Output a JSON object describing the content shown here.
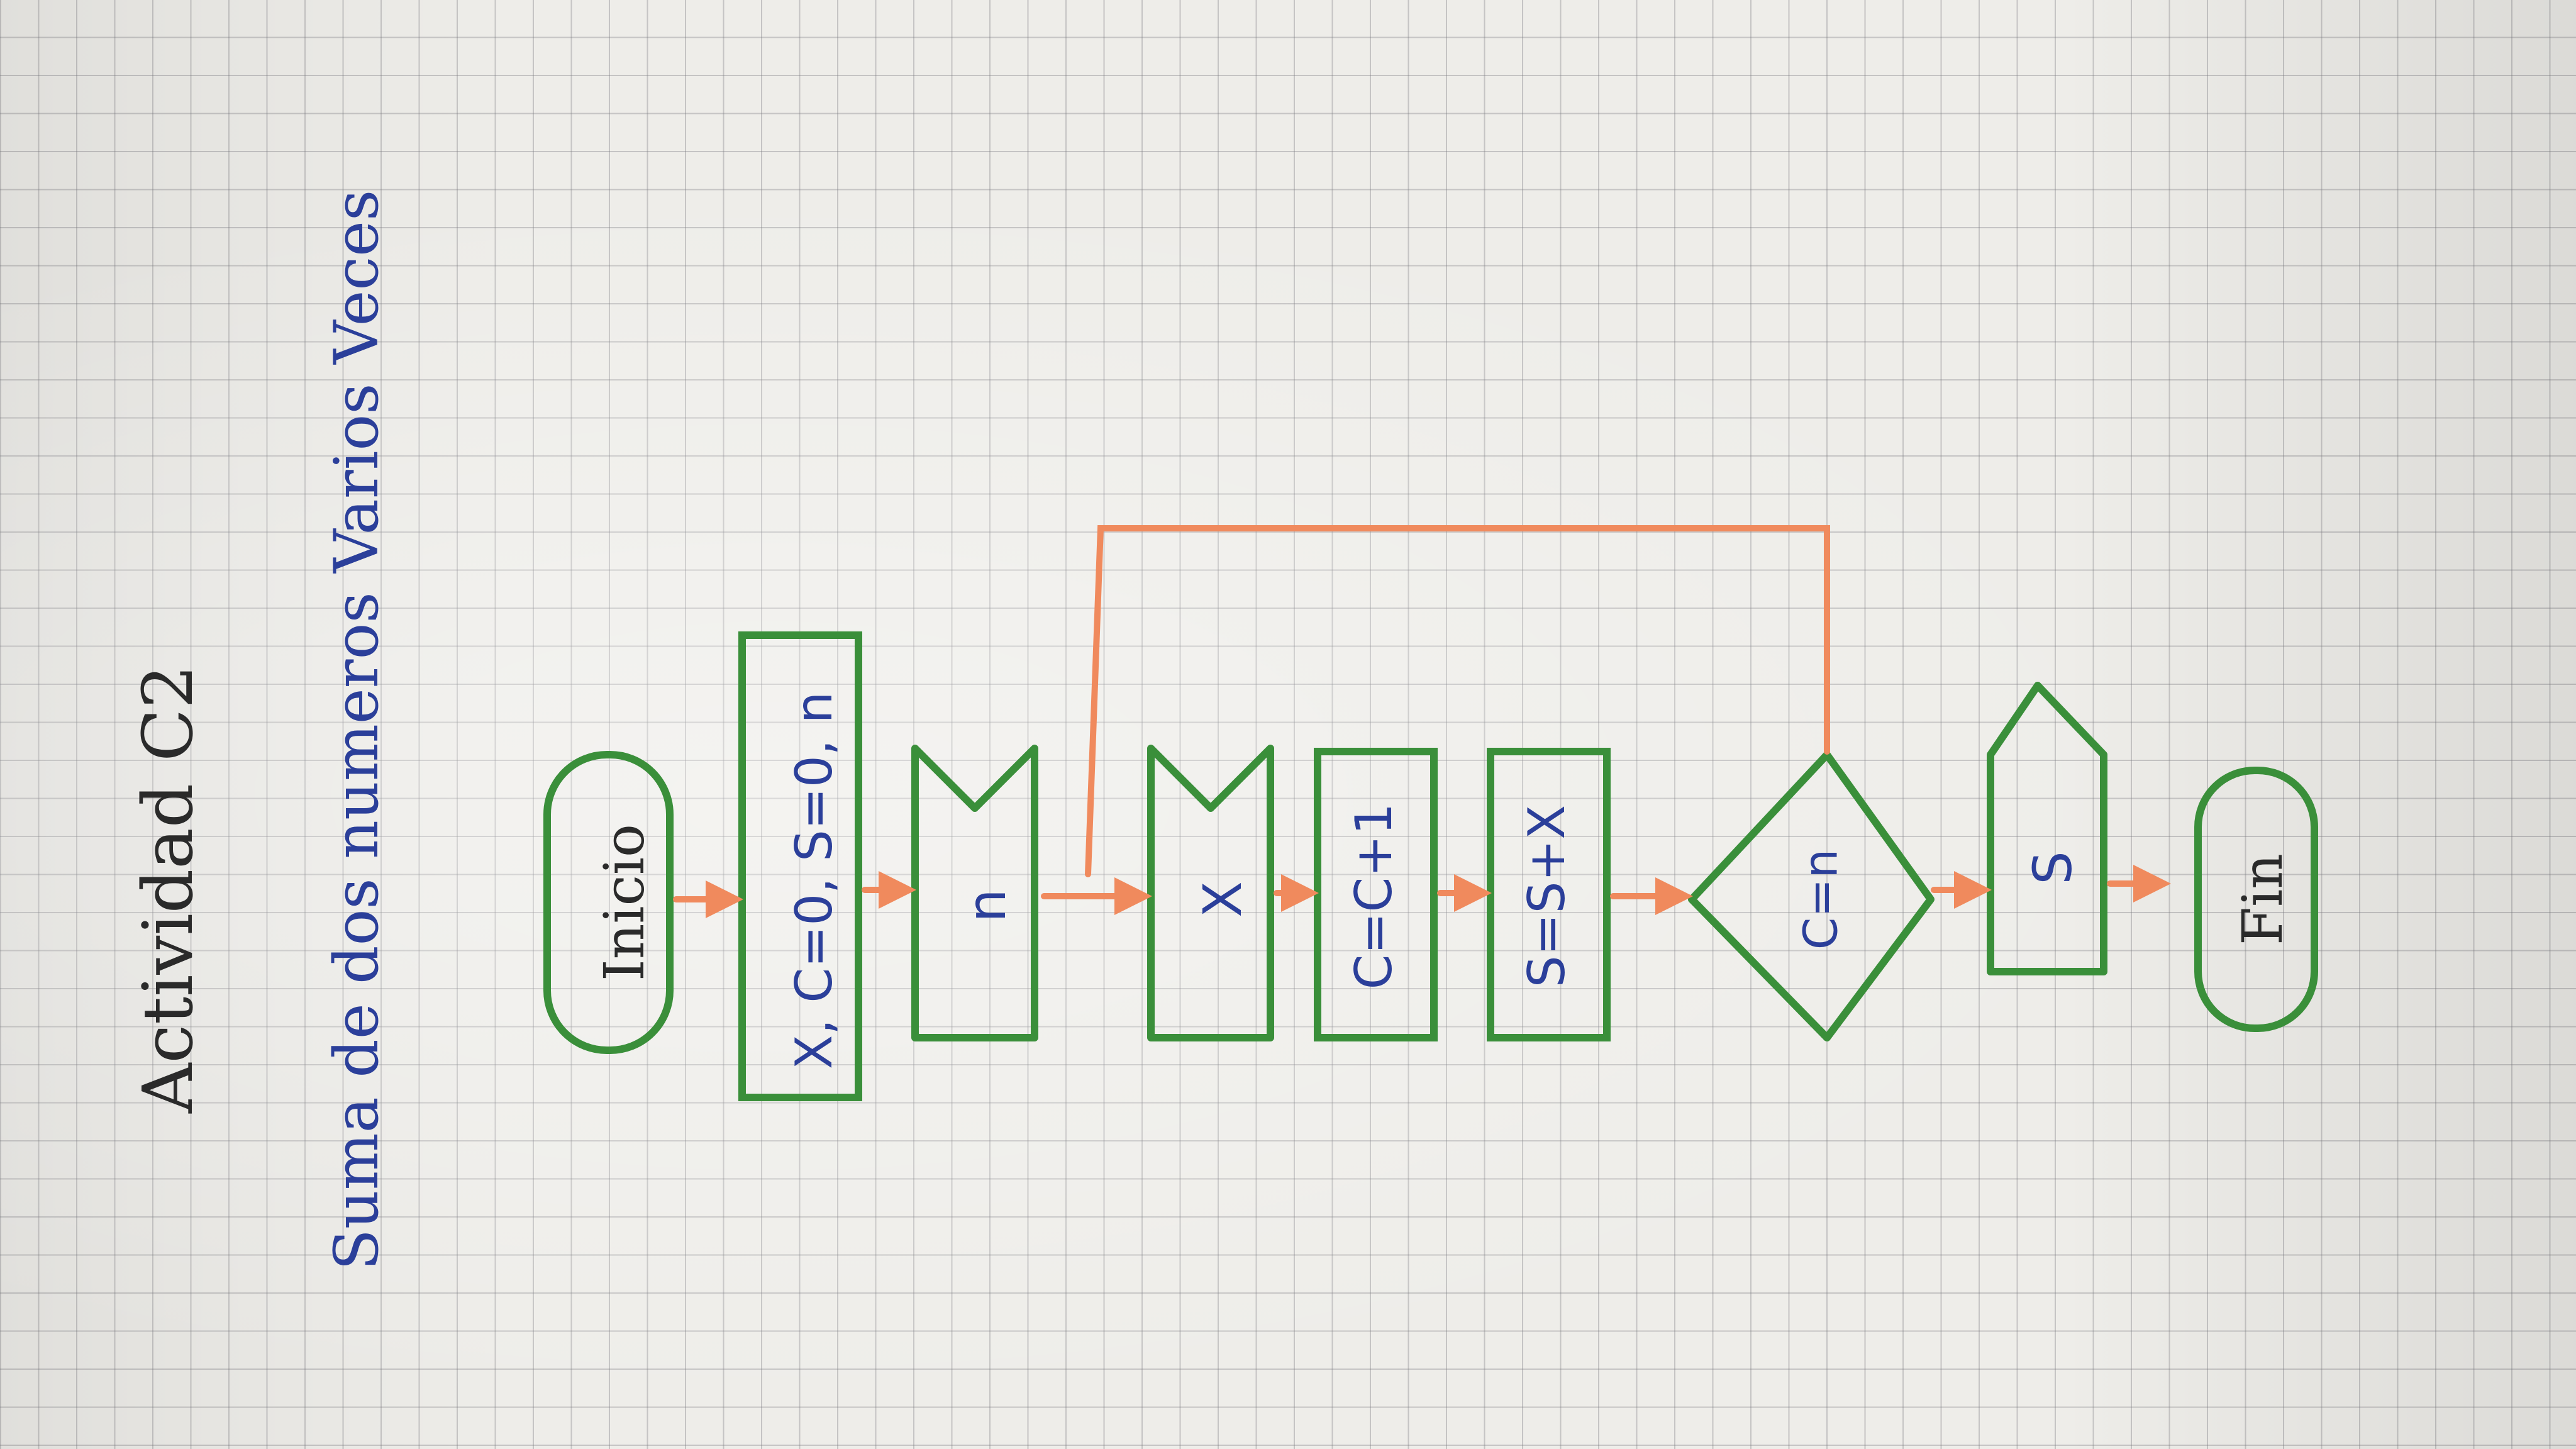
{
  "title": "Actividad C2",
  "subtitle": "Suma de dos numeros Varios Veces",
  "nodes": {
    "start": "Inicio",
    "init": "X, C=0, S=0, n",
    "input_n": "n",
    "input_x": "X",
    "counter": "C=C+1",
    "sum": "S=S+X",
    "decision": "C=n",
    "output": "S",
    "end": "Fin"
  },
  "colors": {
    "shape_stroke": "#3a8f3a",
    "arrow": "#f08a5d",
    "text_blue": "#2b3f9a",
    "text_dark": "#2a2a2a"
  }
}
